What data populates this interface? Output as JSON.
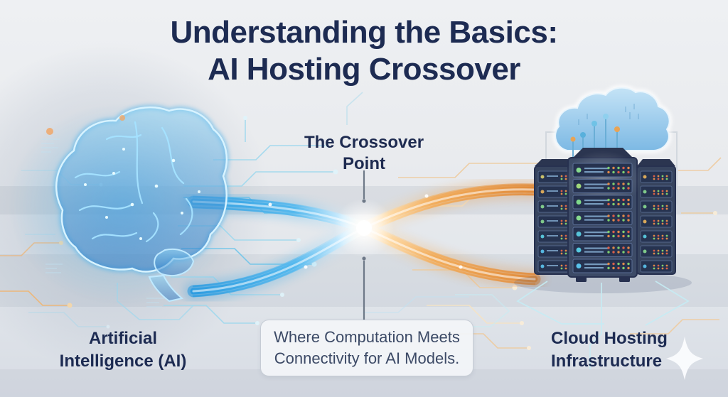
{
  "title": {
    "line1": "Understanding the Basics:",
    "line2": "AI Hosting Crossover"
  },
  "crossover_label": {
    "line1": "The Crossover",
    "line2": "Point"
  },
  "caption_box": {
    "line1": "Where Computation Meets",
    "line2": "Connectivity for AI Models."
  },
  "left_label": {
    "line1": "Artificial",
    "line2": "Intelligence (AI)"
  },
  "right_label": {
    "line1": "Cloud Hosting",
    "line2": "Infrastructure"
  },
  "illustration": {
    "left_icon": "glowing-circuit-brain",
    "center_icon": "blue-orange-crossover-streams",
    "right_icon": "server-racks-with-cloud",
    "corner_icon": "sparkle-star"
  },
  "colors": {
    "background": "#e9ebef",
    "title_text": "#1d2b52",
    "caption_text": "#3c4a66",
    "caption_border": "#c6ccd5",
    "ai_stream_blue": "#2e9ce0",
    "hosting_stream_orange": "#e08a3a",
    "brain_glow": "#4db4ec",
    "server_rack_body": "#3c4a66",
    "cloud_fill": "#9fcdec",
    "connector_line": "#6e7988"
  }
}
